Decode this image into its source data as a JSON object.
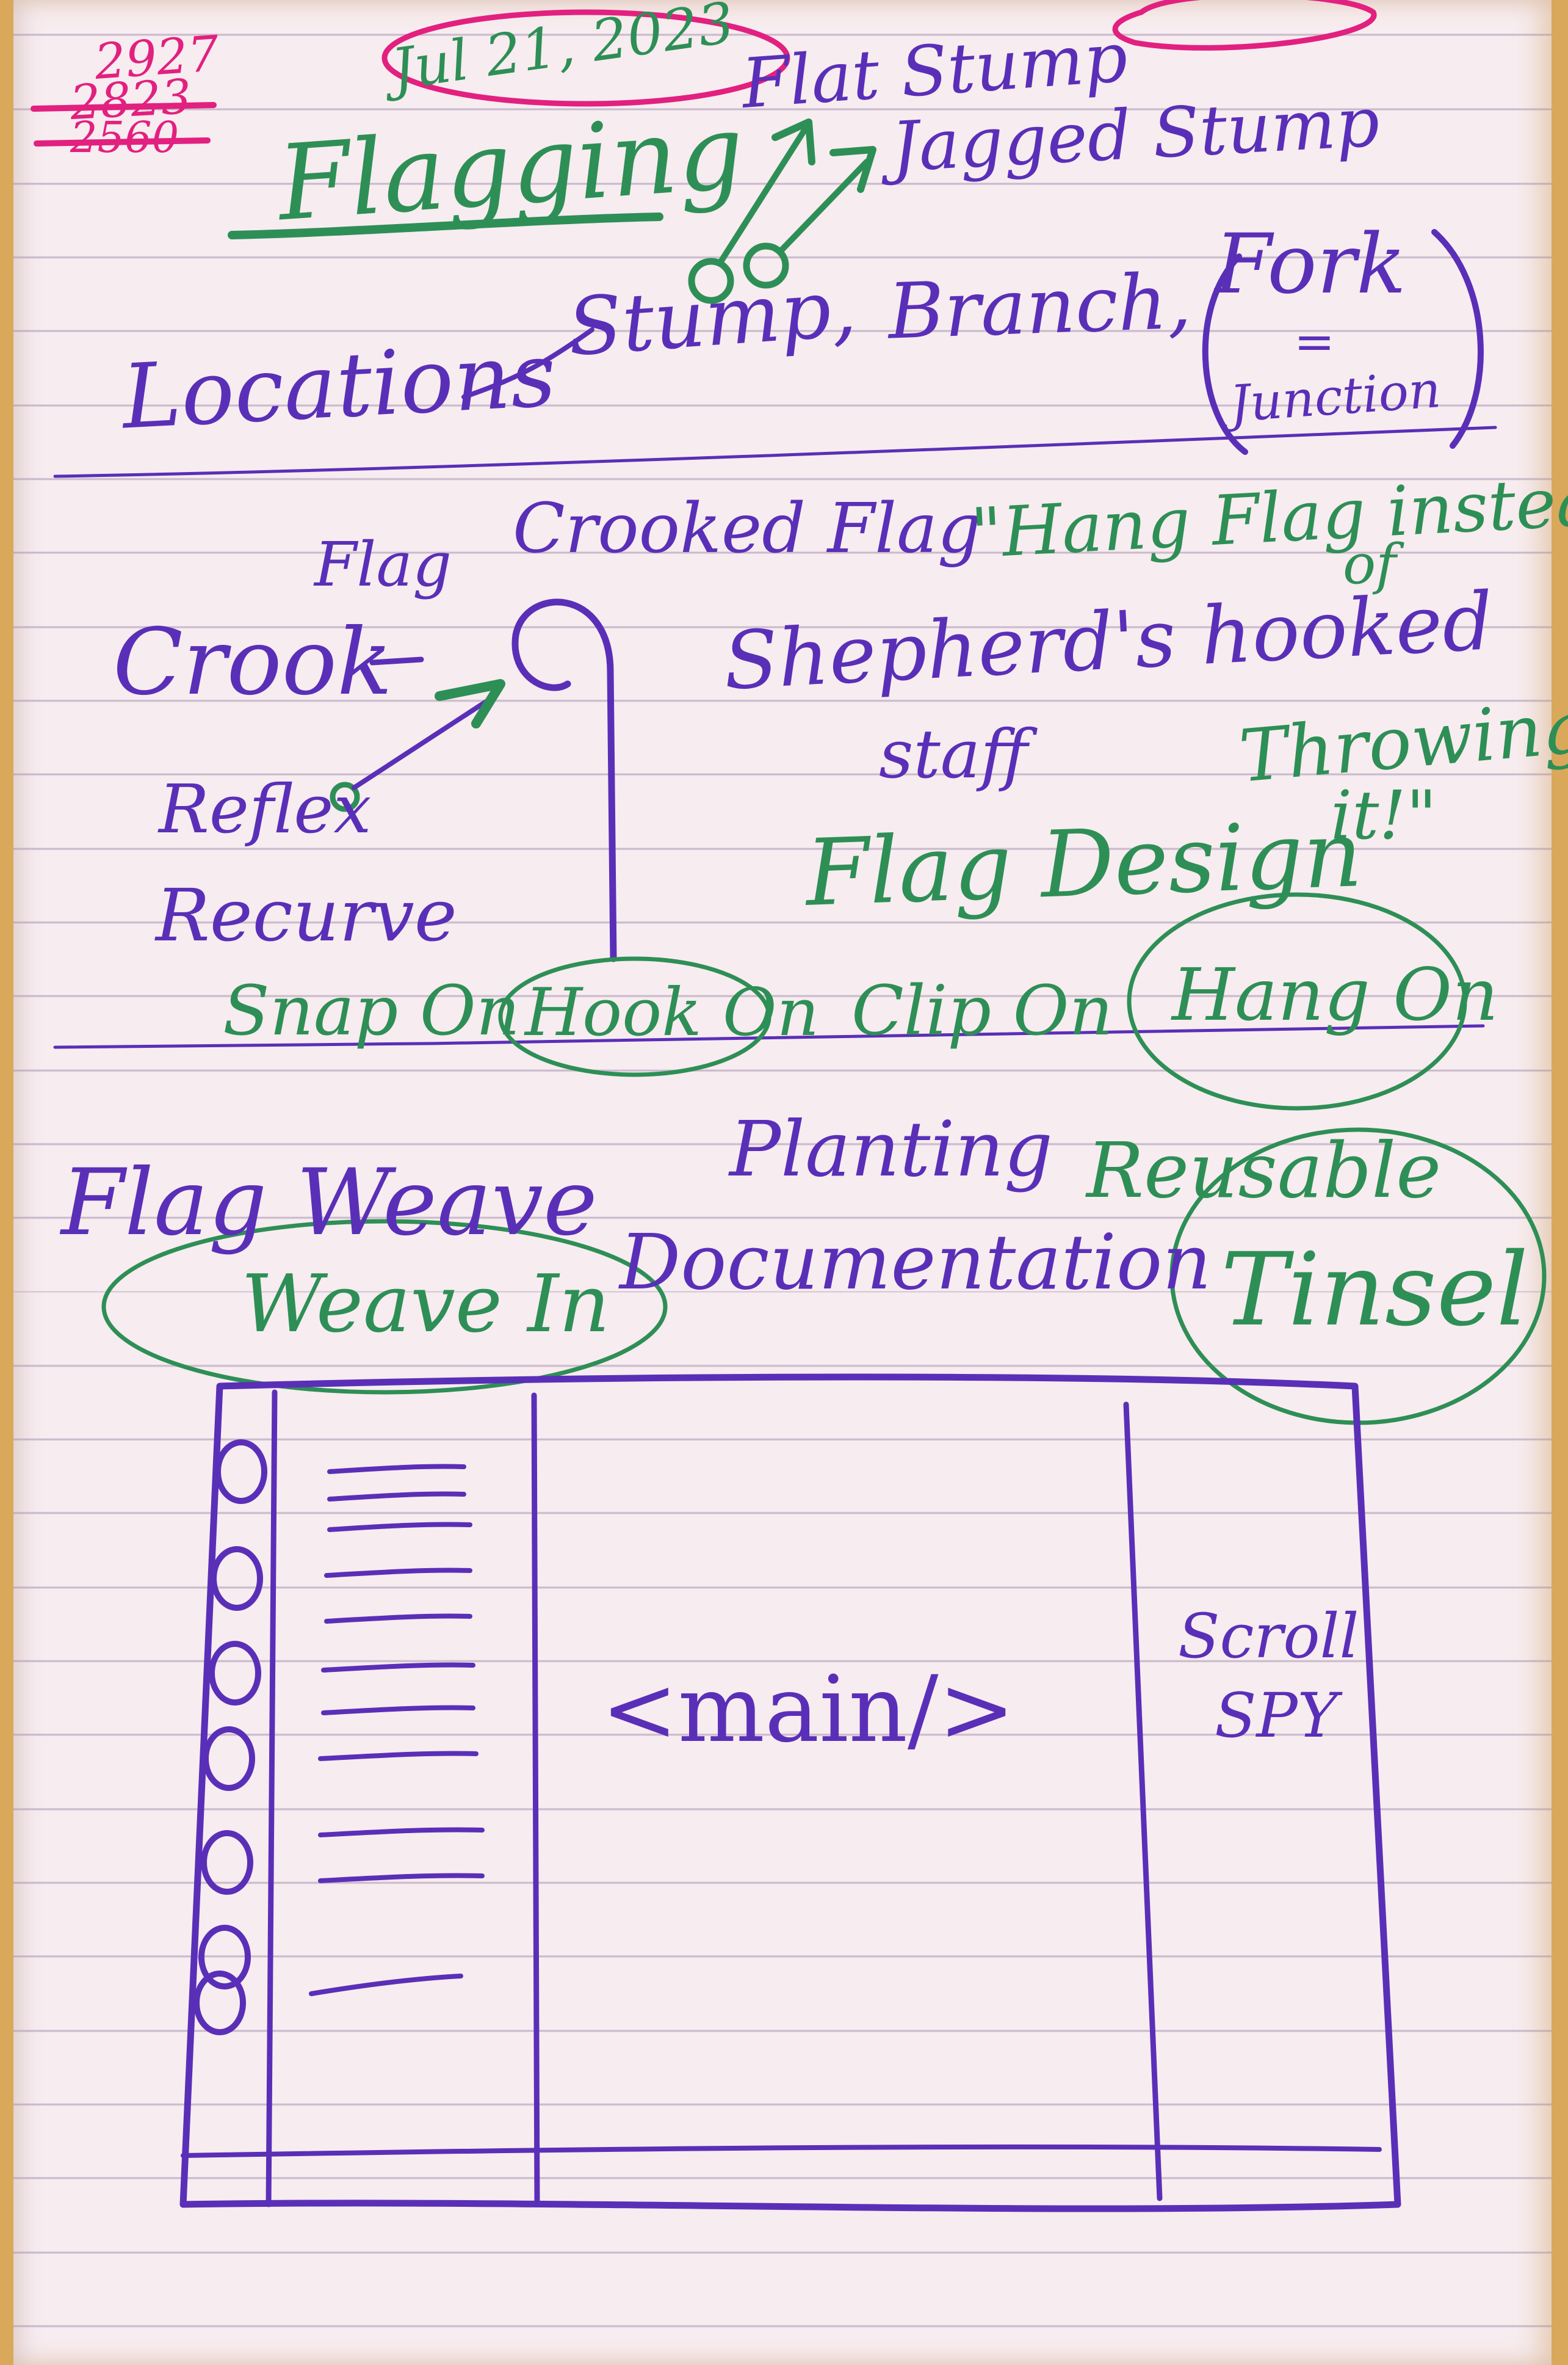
{
  "date": "Jul 21, 2023",
  "margin_numbers": {
    "top": "2927",
    "struck_1": "2823",
    "struck_2": "2560"
  },
  "heading": "Flagging",
  "stump_types": [
    "Flat Stump",
    "Jagged Stump"
  ],
  "locations": {
    "label": "Locations",
    "items": [
      "Stump,",
      "Branch,"
    ],
    "fork": "Fork",
    "fork_eq": "=",
    "junction": "Junction"
  },
  "crook": {
    "crooked_flag": "Crooked Flag",
    "flag": "Flag",
    "crook": "Crook",
    "reflex": "Reflex",
    "recurve": "Recurve"
  },
  "quote": {
    "line1": "\"Hang Flag instead",
    "line2": "of",
    "line3": "Shepherd's hooked",
    "line4": "staff",
    "line5": "Throwing",
    "line6": "it!\""
  },
  "flag_design": "Flag Design",
  "attach_options": [
    "Snap On",
    "Hook On",
    "Clip On",
    "Hang On"
  ],
  "bottom_words": {
    "flag_weave": "Flag Weave",
    "weave_in": "Weave In",
    "planting": "Planting",
    "documentation": "Documentation",
    "reusable": "Reusable",
    "tinsel": "Tinsel"
  },
  "wireframe": {
    "main_label": "<main/>",
    "side_label_1": "Scroll",
    "side_label_2": "SPY",
    "rail_circle_count": 7,
    "list_line_count": 11
  },
  "colors": {
    "purple_ink": "#5a2fb8",
    "green_ink": "#2e8f56",
    "pink_ink": "#e2207f",
    "paper": "#f7ecef",
    "desk": "#d9a85a"
  }
}
